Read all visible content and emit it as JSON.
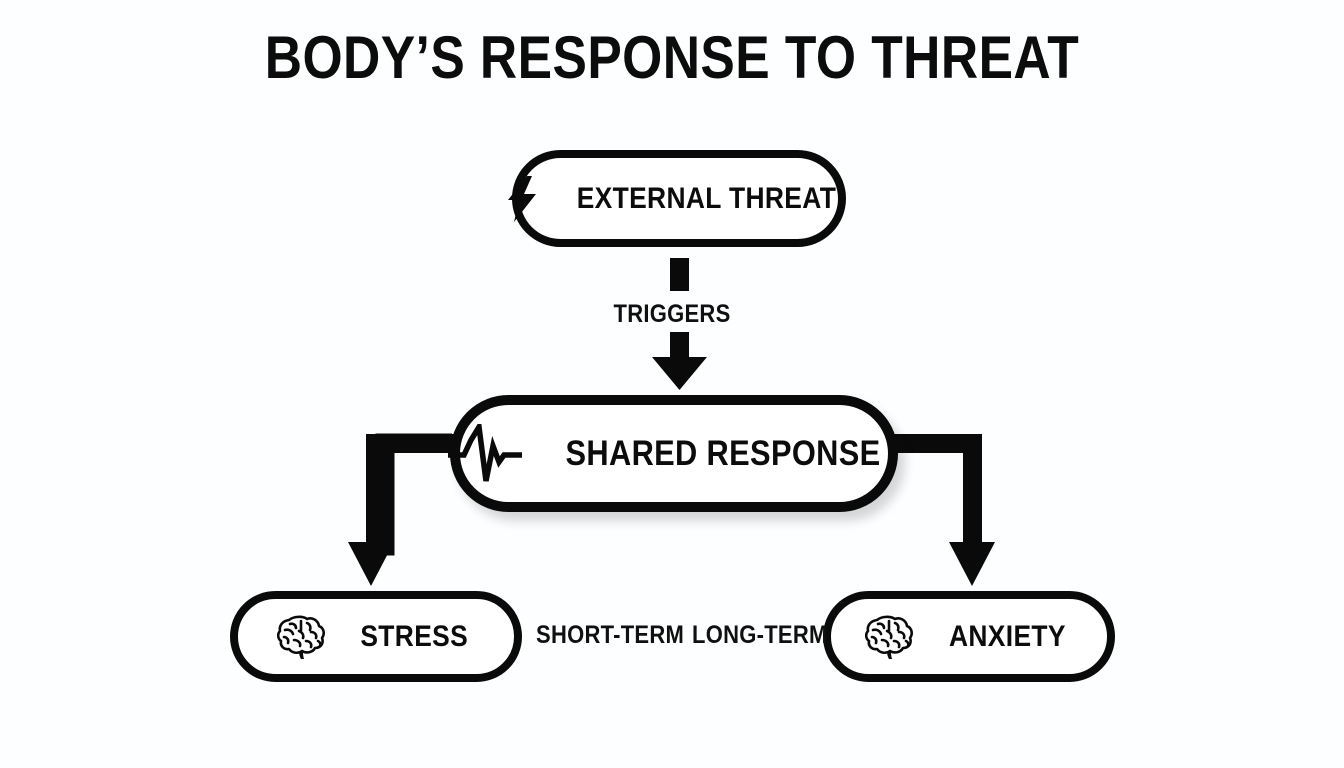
{
  "title": "BODY’S RESPONSE TO THREAT",
  "background_color": "#fdfeff",
  "ink_color": "#0a0a0a",
  "nodes": {
    "threat": {
      "label": "EXTERNAL THREAT",
      "icon": "lightning-bolt-icon"
    },
    "shared": {
      "label": "SHARED RESPONSE",
      "icon": "heartbeat-pulse-icon"
    },
    "stress": {
      "label": "STRESS",
      "icon": "brain-icon"
    },
    "anxiety": {
      "label": "ANXIETY",
      "icon": "brain-icon"
    }
  },
  "connectors": {
    "triggers": "TRIGGERS",
    "short_term": "SHORT-TERM",
    "long_term": "LONG-TERM"
  }
}
